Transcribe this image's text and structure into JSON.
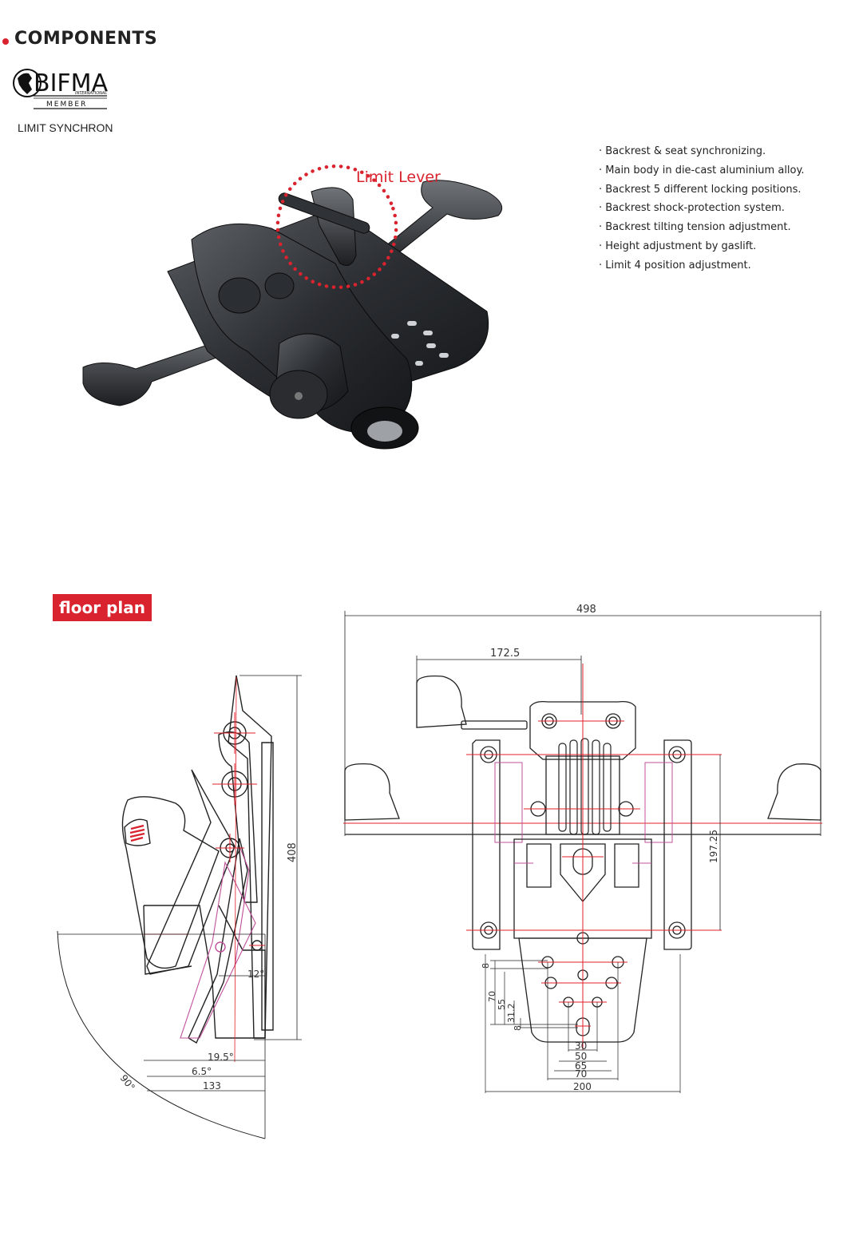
{
  "header": {
    "title": "COMPONENTS",
    "subtitle": "LIMIT SYNCHRON"
  },
  "logo": {
    "text": "BIFMA",
    "sub_a": "INTERNATIONAL",
    "sub_b": "MEMBER"
  },
  "product": {
    "callout_label": "Limit Lever"
  },
  "features": [
    "Backrest & seat synchronizing.",
    "Main body in die-cast aluminium alloy.",
    "Backrest 5 different locking positions.",
    "Backrest shock-protection system.",
    "Backrest tilting tension adjustment.",
    "Height adjustment by gaslift.",
    "Limit 4 position adjustment."
  ],
  "floor_plan": {
    "label": "floor plan",
    "side": {
      "height": "408",
      "angle_12": "12°",
      "angle_19_5": "19.5°",
      "angle_6_5": "6.5°",
      "depth": "133",
      "angle_90": "90°"
    },
    "top": {
      "width_498": "498",
      "width_172_5": "172.5",
      "height_197_25": "197.25",
      "dim_70": "70",
      "dim_55": "55",
      "dim_31_2": "31.2",
      "dim_8a": "8",
      "dim_8b": "8",
      "bottom_30": "30",
      "bottom_50": "50",
      "bottom_65": "65",
      "bottom_70": "70",
      "bottom_200": "200"
    }
  },
  "colors": {
    "accent": "#d9232e",
    "guide": "#e0202a",
    "magenta": "#c0509a"
  }
}
